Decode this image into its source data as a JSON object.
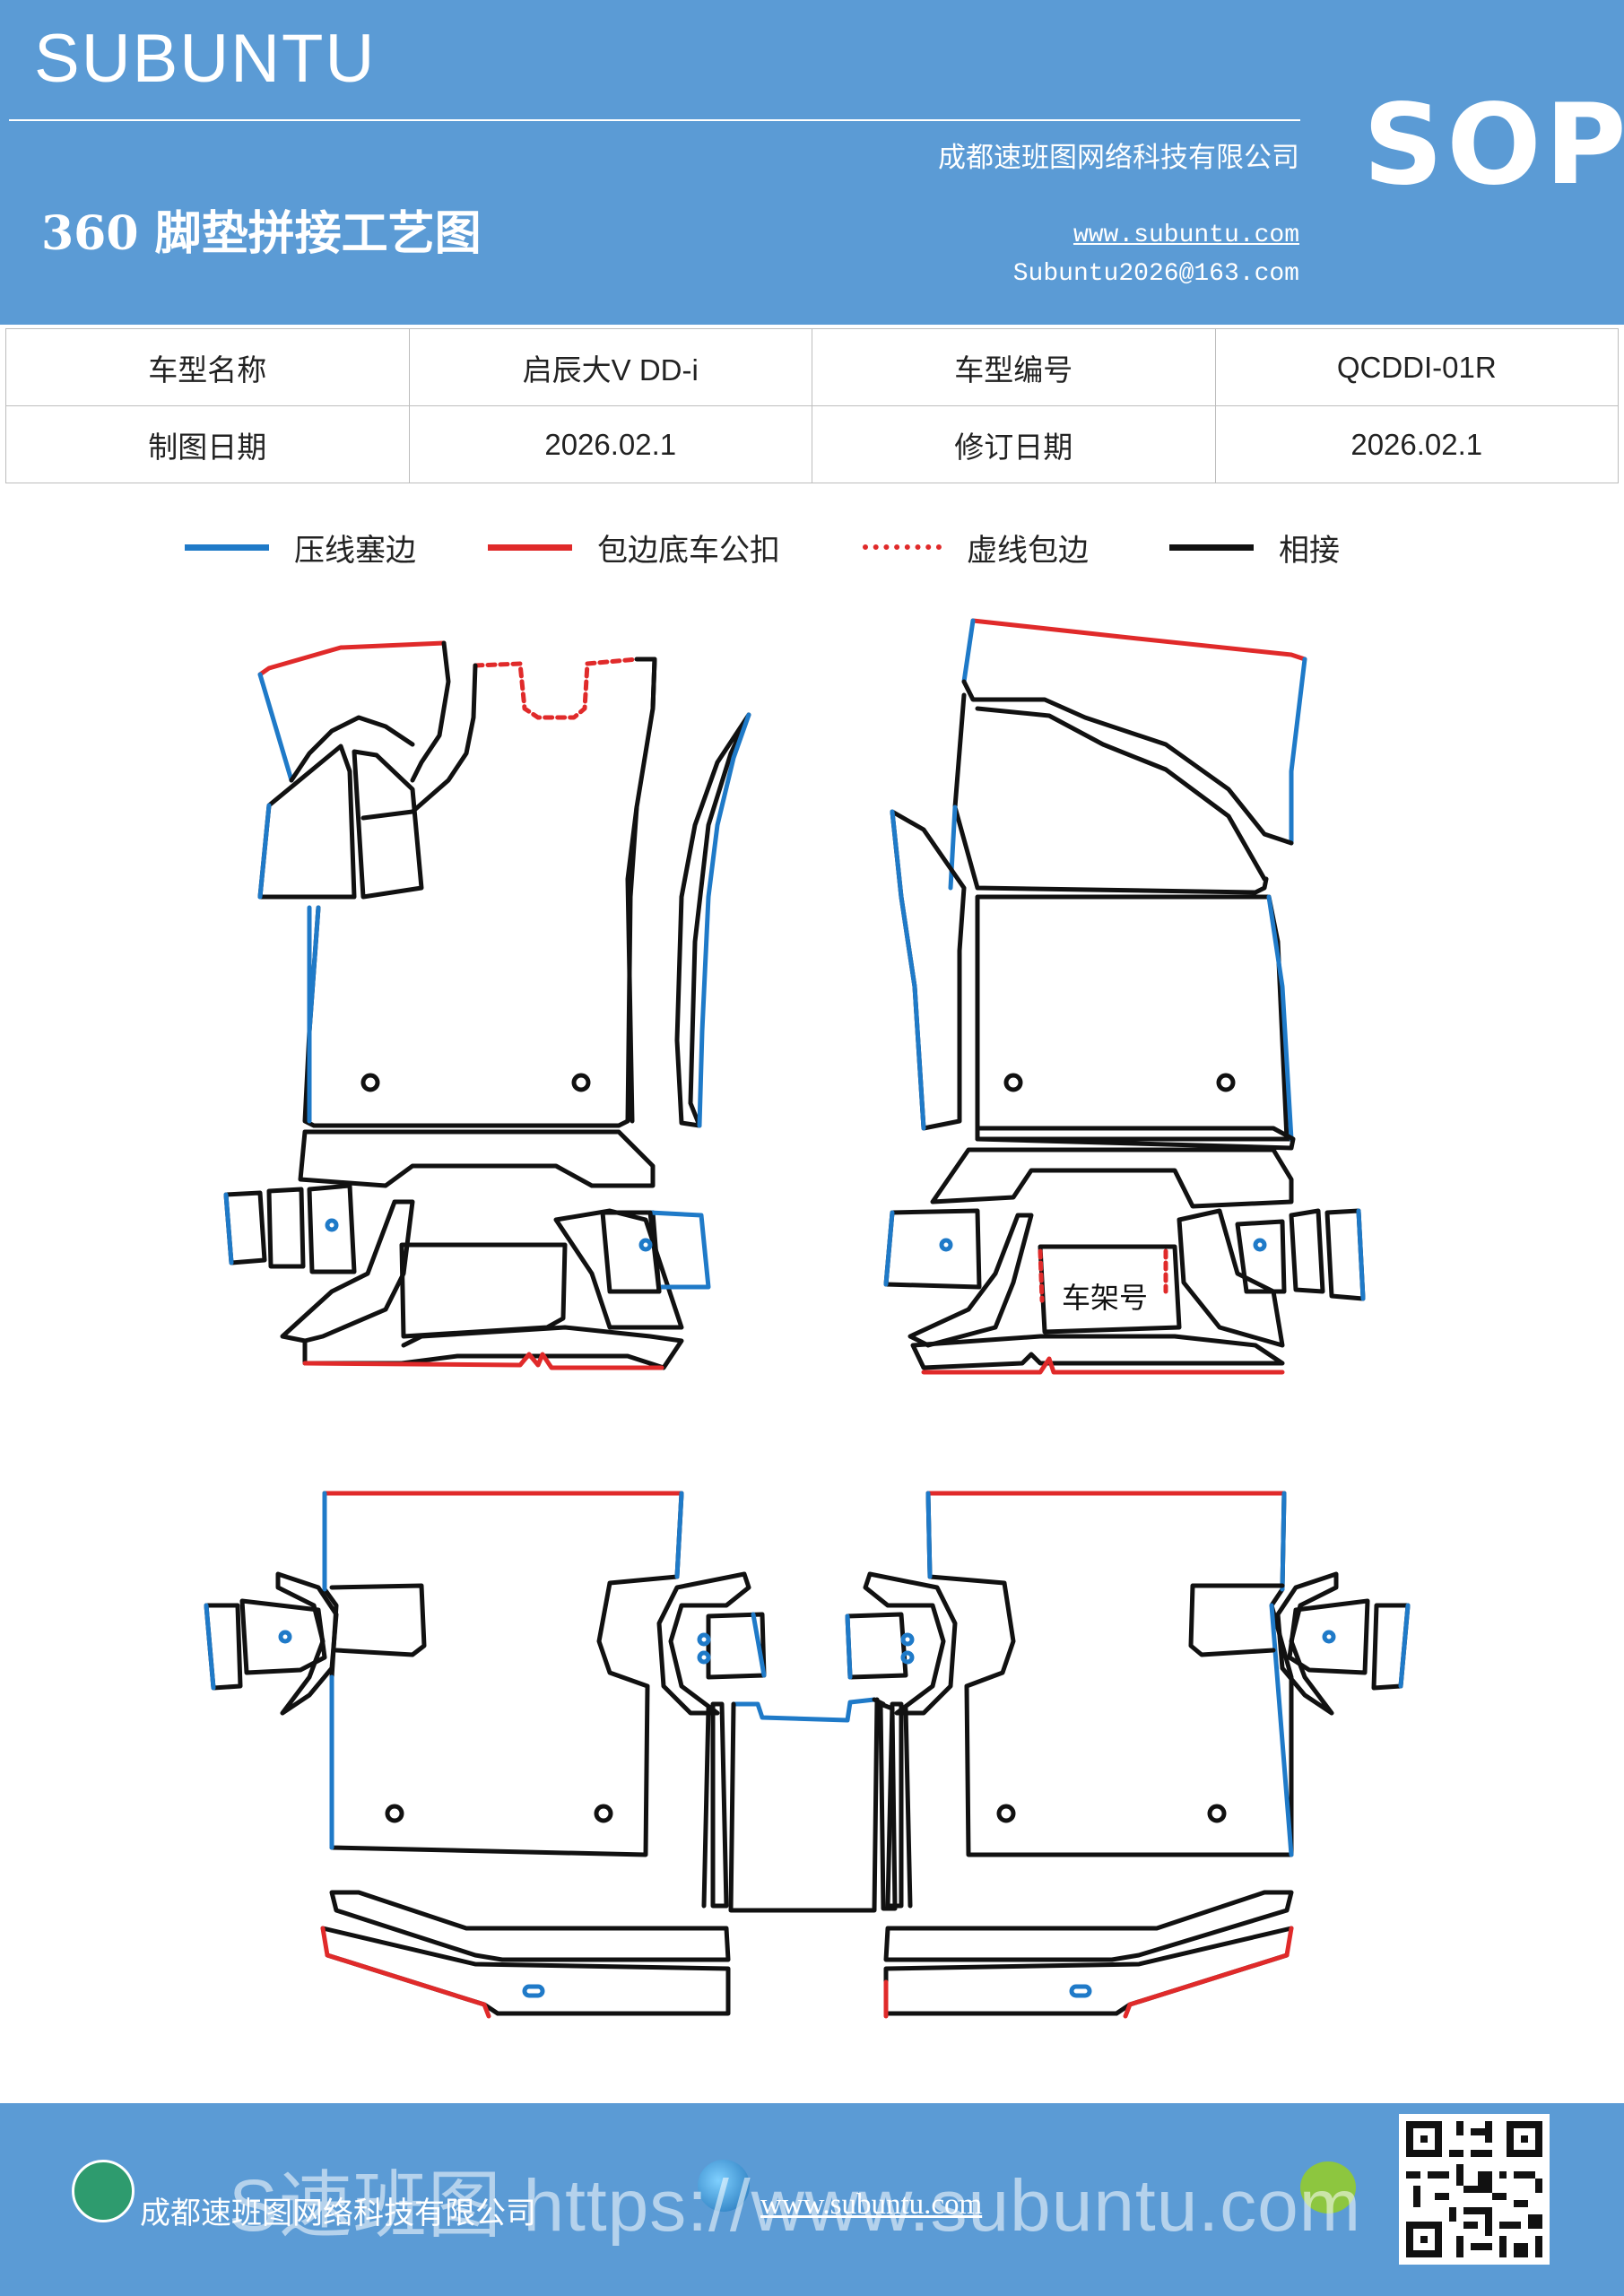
{
  "header": {
    "logo": "SUBUNTU",
    "company": "成都速班图网络科技有限公司",
    "title": "360 脚垫拼接工艺图",
    "website": "www.subuntu.com",
    "email": "Subuntu2026@163.com",
    "badge": "SOP"
  },
  "info_table": {
    "row1": {
      "label1": "车型名称",
      "value1": "启辰大V  DD-i",
      "label2": "车型编号",
      "value2": "QCDDI-01R"
    },
    "row2": {
      "label1": "制图日期",
      "value1": "2026.02.1",
      "label2": "修订日期",
      "value2": "2026.02.1"
    }
  },
  "legend": [
    {
      "label": "压线塞边",
      "color": "#1f7ac8",
      "style": "solid"
    },
    {
      "label": "包边底车公扣",
      "color": "#e02a2a",
      "style": "solid"
    },
    {
      "label": "虚线包边",
      "color": "#e02a2a",
      "style": "dotted"
    },
    {
      "label": "相接",
      "color": "#111111",
      "style": "solid"
    }
  ],
  "diagram": {
    "frame_label": "车架号"
  },
  "footer": {
    "company": "成都速班图网络科技有限公司",
    "website": "www.subuntu.com",
    "watermark": "S速班图 https://www.subuntu.com"
  }
}
